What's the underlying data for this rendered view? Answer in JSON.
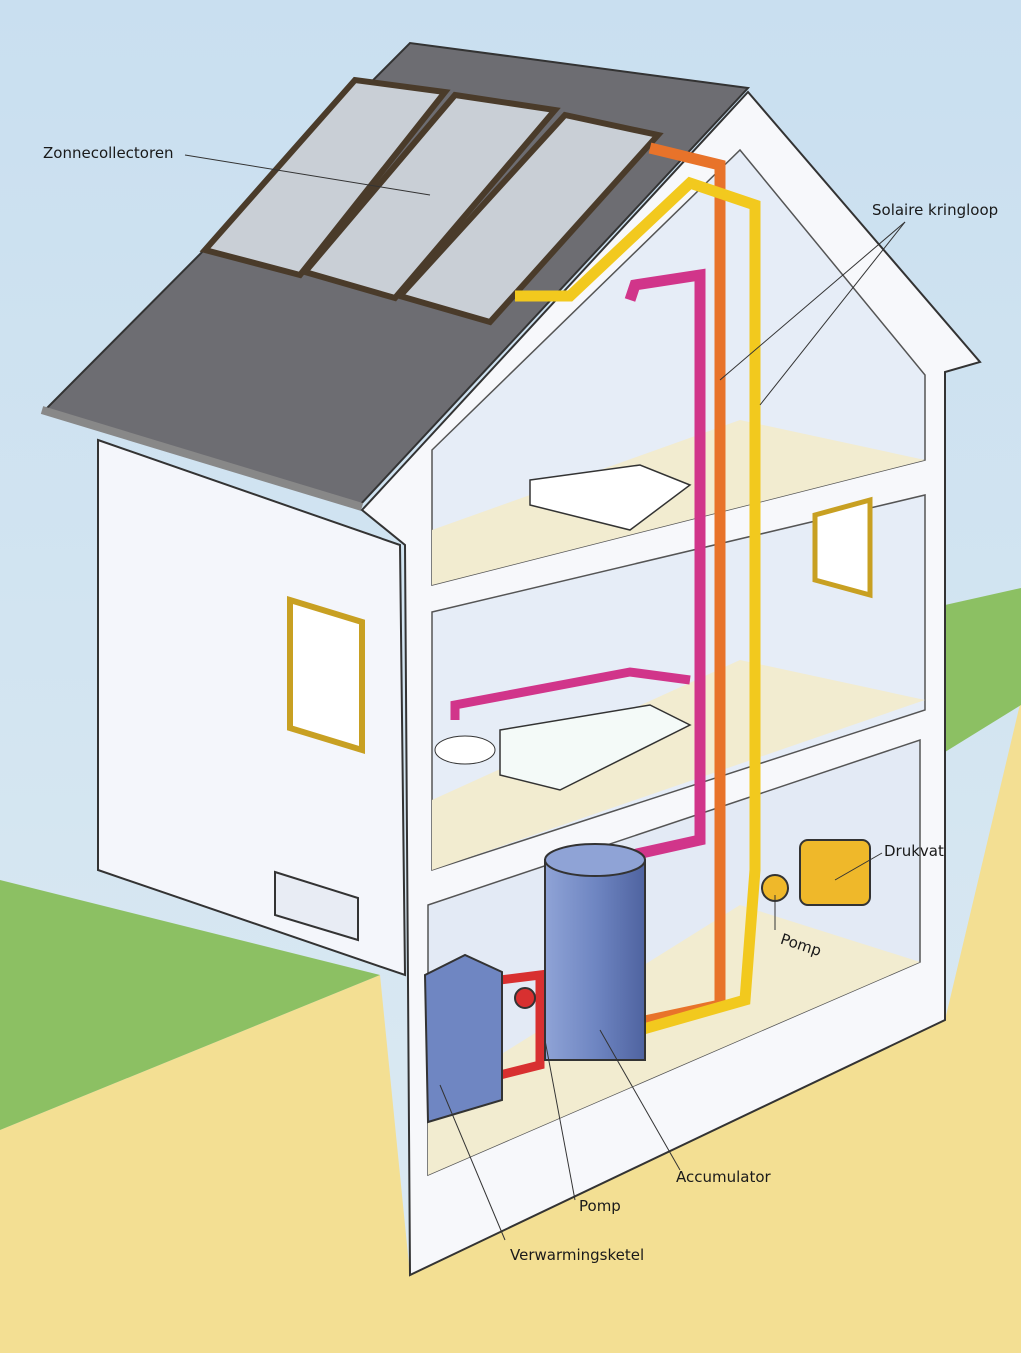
{
  "labels": {
    "solar_collectors": "Zonnecollectoren",
    "solar_loop": "Solaire kringloop",
    "expansion_vessel": "Drukvat",
    "solar_pump": "Pomp",
    "heating_pump": "Pomp",
    "accumulator": "Accumulator",
    "boiler": "Verwarmingsketel"
  },
  "colors": {
    "sky": "#d3e6f1",
    "grass": "#8cc063",
    "ground": "#f3df93",
    "hot_pipe": "#e8732a",
    "solar_pipe": "#f2c91e",
    "tap_pipe": "#d1358a",
    "tank": "#6f86c2",
    "roof": "#6d6d72"
  }
}
